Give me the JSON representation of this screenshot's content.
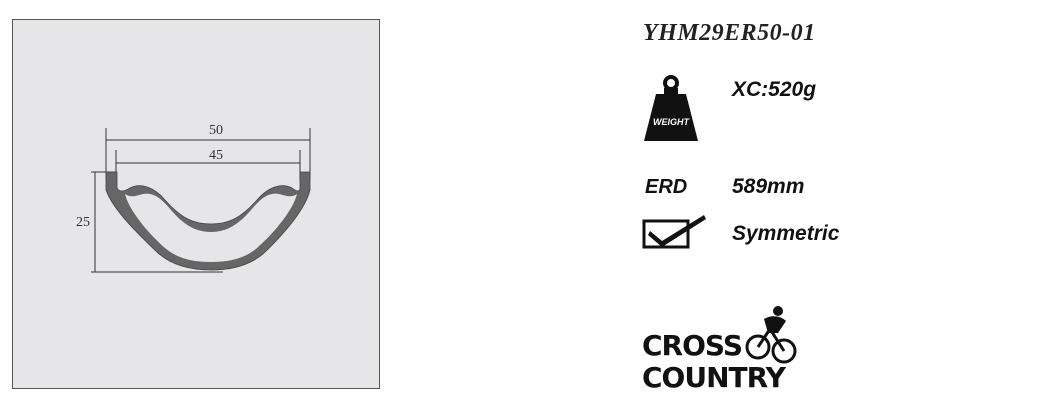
{
  "diagram": {
    "dim_outer_width": "50",
    "dim_inner_width": "45",
    "dim_height": "25"
  },
  "spec": {
    "model": "YHM29ER50-01",
    "weight_icon_label": "WEIGHT",
    "weight": "XC:520g",
    "erd_label": "ERD",
    "erd_value": "589mm",
    "profile": "Symmetric"
  },
  "logo": {
    "line1": "CROSS",
    "line2": "COUNTRY"
  },
  "colors": {
    "diagram_bg": "#e6e6e8",
    "rim_fill": "#666666",
    "text": "#111111"
  },
  "icons": [
    "weight-icon",
    "checkmark-icon",
    "cyclist-icon"
  ]
}
